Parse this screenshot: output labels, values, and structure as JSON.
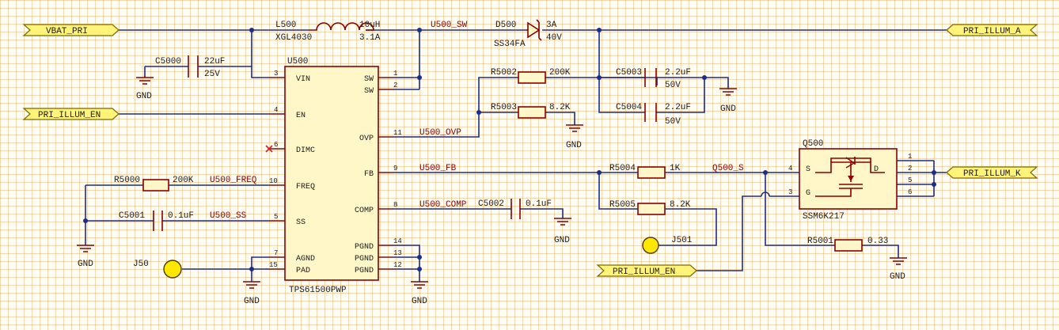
{
  "ports": {
    "vbat": "VBAT_PRI",
    "en_left": "PRI_ILLUM_EN",
    "illum_a": "PRI_ILLUM_A",
    "illum_k": "PRI_ILLUM_K",
    "en_bottom": "PRI_ILLUM_EN"
  },
  "ic": {
    "ref": "U500",
    "part": "TPS61500PWP",
    "pins_left": [
      {
        "num": "3",
        "name": "VIN"
      },
      {
        "num": "4",
        "name": "EN"
      },
      {
        "num": "6",
        "name": "DIMC"
      },
      {
        "num": "10",
        "name": "FREQ"
      },
      {
        "num": "5",
        "name": "SS"
      },
      {
        "num": "7",
        "name": "AGND"
      },
      {
        "num": "15",
        "name": "PAD"
      }
    ],
    "pins_right": [
      {
        "num": "1",
        "name": "SW"
      },
      {
        "num": "2",
        "name": "SW"
      },
      {
        "num": "11",
        "name": "OVP"
      },
      {
        "num": "9",
        "name": "FB"
      },
      {
        "num": "8",
        "name": "COMP"
      },
      {
        "num": "14",
        "name": "PGND"
      },
      {
        "num": "13",
        "name": "PGND"
      },
      {
        "num": "12",
        "name": "PGND"
      }
    ]
  },
  "inductor": {
    "ref": "L500",
    "part": "XGL4030",
    "value": "10uH",
    "current": "3.1A"
  },
  "diode": {
    "ref": "D500",
    "part": "SS34FA",
    "current": "3A",
    "voltage": "40V"
  },
  "capacitors": {
    "c5000": {
      "ref": "C5000",
      "value": "22uF",
      "voltage": "25V"
    },
    "c5003": {
      "ref": "C5003",
      "value": "2.2uF",
      "voltage": "50V"
    },
    "c5004": {
      "ref": "C5004",
      "value": "2.2uF",
      "voltage": "50V"
    },
    "c5001": {
      "ref": "C5001",
      "value": "0.1uF"
    },
    "c5002": {
      "ref": "C5002",
      "value": "0.1uF"
    }
  },
  "resistors": {
    "r5002": {
      "ref": "R5002",
      "value": "200K"
    },
    "r5003": {
      "ref": "R5003",
      "value": "8.2K"
    },
    "r5000": {
      "ref": "R5000",
      "value": "200K"
    },
    "r5004": {
      "ref": "R5004",
      "value": "1K"
    },
    "r5005": {
      "ref": "R5005",
      "value": "8.2K"
    },
    "r5001": {
      "ref": "R5001",
      "value": "0.33"
    }
  },
  "mosfet": {
    "ref": "Q500",
    "part": "SSM6K217",
    "pin_s": "S",
    "pin_d": "D",
    "pin_g": "G",
    "pin_nums": {
      "s": "4",
      "g": "3",
      "d1": "1",
      "d2": "2",
      "d3": "5",
      "d4": "6"
    }
  },
  "nets": {
    "sw": "U500_SW",
    "ovp": "U500_OVP",
    "fb": "U500_FB",
    "freq": "U500_FREQ",
    "ss": "U500_SS",
    "comp": "U500_COMP",
    "q_s": "Q500_S"
  },
  "ground_label": "GND",
  "testpoints": {
    "j50": "J50",
    "j501": "J501"
  }
}
